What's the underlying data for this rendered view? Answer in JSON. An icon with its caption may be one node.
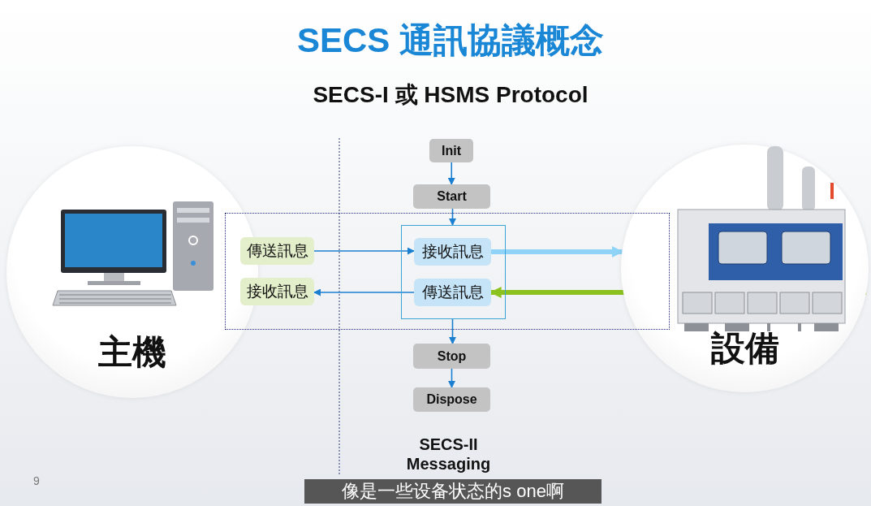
{
  "diagram": {
    "title": "SECS 通訊協議概念",
    "nodes": [
      {
        "text": [
          "Init"
        ]
      },
      {
        "text": [
          "Start"
        ]
      },
      {
        "text": [
          "主機"
        ]
      },
      {
        "text": [
          "設備"
        ]
      },
      {
        "text": [],
        "shape": "box"
      },
      {
        "text": [
          "傳送訊息"
        ],
        "in": 4
      },
      {
        "text": [
          "接收訊息"
        ],
        "in": 4
      },
      {
        "text": [],
        "shape": "box",
        "in": 4
      },
      {
        "text": [
          "接收訊息"
        ],
        "in": 7
      },
      {
        "text": [
          "傳送訊息"
        ],
        "in": 7
      },
      {
        "text": [
          "Stop"
        ]
      },
      {
        "text": [
          "Dispose"
        ]
      }
    ],
    "edges": [
      {
        "from": 0,
        "to": 1,
        "arrow": "to"
      },
      {
        "from": 1,
        "to": 7,
        "arrow": "to"
      },
      {
        "from": 5,
        "to": 8,
        "arrow": "to"
      },
      {
        "from": 9,
        "to": 6,
        "arrow": "to"
      },
      {
        "from": 8,
        "to": 3,
        "arrow": "to",
        "style": "thick",
        "color": "#8fd3f7"
      },
      {
        "from": 3,
        "to": 9,
        "arrow": "to",
        "style": "thick",
        "color": "#8cc21f"
      },
      {
        "from": 7,
        "to": 10,
        "arrow": "to"
      },
      {
        "from": 10,
        "to": 11,
        "arrow": "to"
      }
    ],
    "labels": [
      "SECS-I 或 HSMS Protocol",
      "SECS-II Messaging",
      "9",
      "像是一些设备状态的s one啊"
    ]
  }
}
